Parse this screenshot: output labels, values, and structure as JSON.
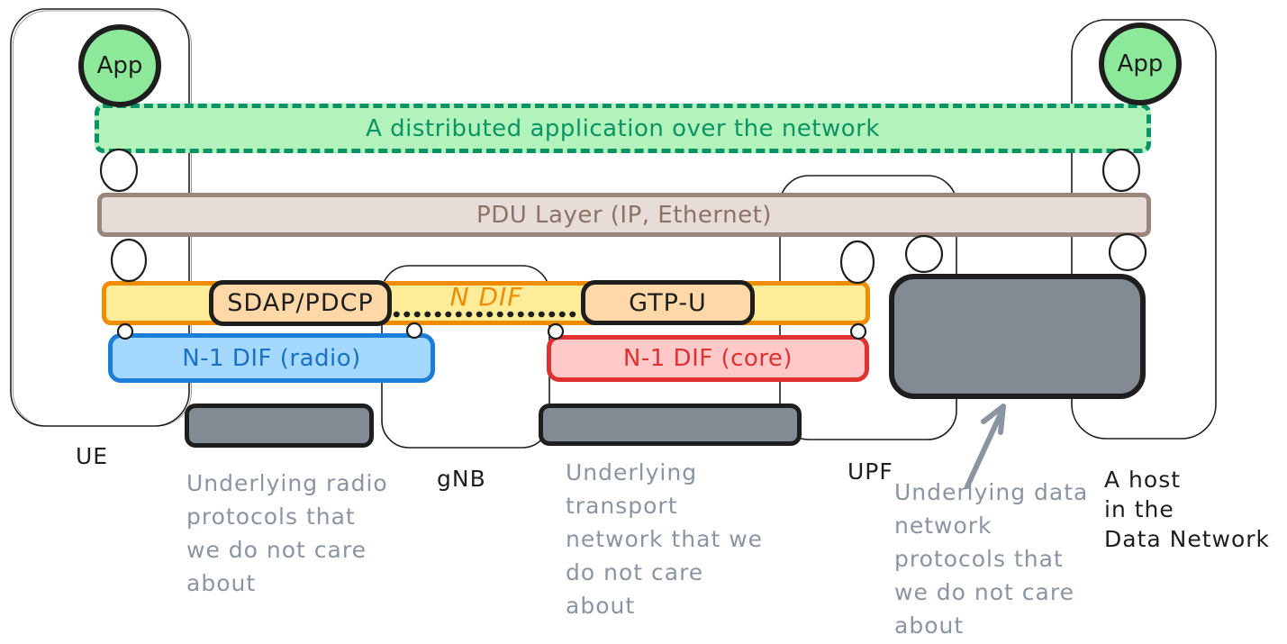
{
  "colors": {
    "app_fill": "#8ce99a",
    "distributed_app_fill": "#b2f2bb",
    "distributed_app_stroke": "#0b9463",
    "pdu_fill": "#e7ddd8",
    "pdu_stroke": "#9a867c",
    "n_dif_fill": "#ffec99",
    "n_dif_stroke": "#f08c00",
    "proto_box_fill": "#ffd8a8",
    "radio_dif_fill": "#a5d8ff",
    "radio_dif_stroke": "#1c7ed6",
    "core_dif_fill": "#ffc9c9",
    "core_dif_stroke": "#e03131",
    "underlying_fill": "#828a93",
    "caption_text": "#8b95a2",
    "ink": "#1e1e1e"
  },
  "nodes": {
    "ue_app_label": "App",
    "host_app_label": "App",
    "ue_label": "UE",
    "gnb_label": "gNB",
    "upf_label": "UPF",
    "host_label_lines": [
      "A host",
      "in the",
      "Data Network"
    ]
  },
  "layers": {
    "distributed_app_label": "A distributed application over the network",
    "pdu_label": "PDU Layer (IP, Ethernet)",
    "sdap_pdcp_label": "SDAP/PDCP",
    "n_dif_label": "N DIF",
    "gtp_u_label": "GTP-U",
    "n1_radio_label": "N-1 DIF (radio)",
    "n1_core_label": "N-1 DIF (core)"
  },
  "captions": {
    "radio_lines": [
      "Underlying radio",
      "protocols that",
      "we do not care",
      "about"
    ],
    "transport_lines": [
      "Underlying",
      "transport",
      "network that we",
      "do not care",
      "about"
    ],
    "data_network_lines": [
      "Underlying data",
      "network",
      "protocols that",
      "we do not care",
      "about"
    ]
  }
}
